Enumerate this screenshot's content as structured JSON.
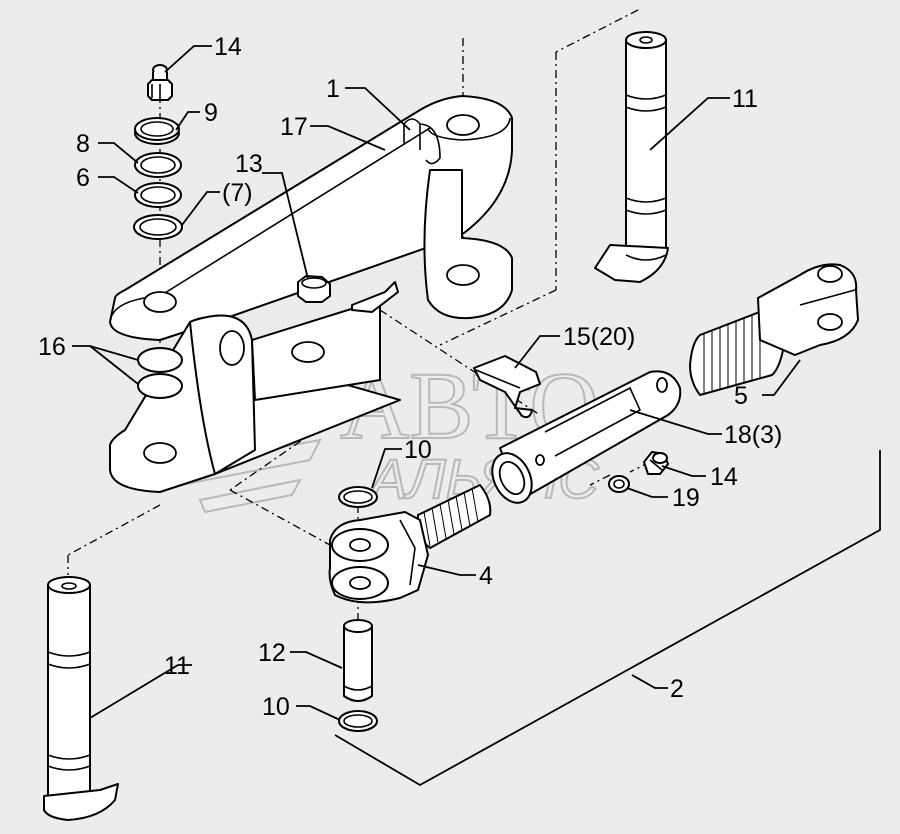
{
  "diagram": {
    "watermark": {
      "line1": "АВТО",
      "line2": "АЛЬЯНС"
    },
    "callouts": [
      {
        "id": "c14a",
        "text": "14"
      },
      {
        "id": "c9",
        "text": "9"
      },
      {
        "id": "c8",
        "text": "8"
      },
      {
        "id": "c6",
        "text": "6"
      },
      {
        "id": "c7",
        "text": "(7)"
      },
      {
        "id": "c1",
        "text": "1"
      },
      {
        "id": "c17",
        "text": "17"
      },
      {
        "id": "c13",
        "text": "13"
      },
      {
        "id": "c16",
        "text": "16"
      },
      {
        "id": "c11a",
        "text": "11"
      },
      {
        "id": "c15",
        "text": "15(20)"
      },
      {
        "id": "c5",
        "text": "5"
      },
      {
        "id": "c18",
        "text": "18(3)"
      },
      {
        "id": "c10a",
        "text": "10"
      },
      {
        "id": "c14b",
        "text": "14"
      },
      {
        "id": "c19",
        "text": "19"
      },
      {
        "id": "c4",
        "text": "4"
      },
      {
        "id": "c12",
        "text": "12"
      },
      {
        "id": "c11b",
        "text": "11"
      },
      {
        "id": "c10b",
        "text": "10"
      },
      {
        "id": "c2",
        "text": "2"
      }
    ]
  }
}
